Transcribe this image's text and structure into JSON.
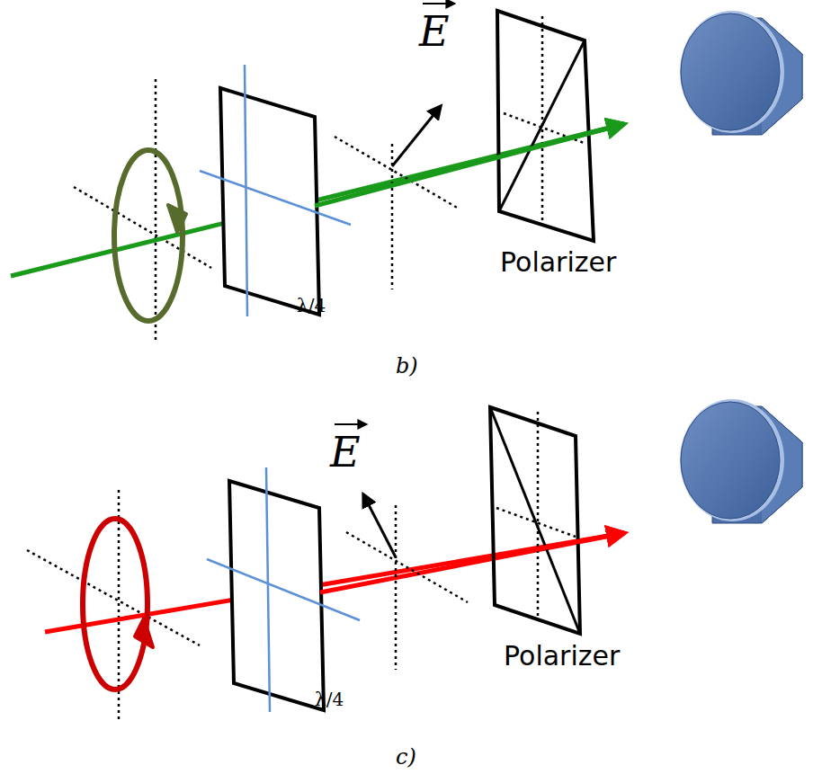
{
  "diagram": {
    "labels": [
      "E",
      "λ/4",
      "Polarizer",
      "b)",
      "E",
      "λ/4",
      "Polarizer",
      "c)"
    ]
  }
}
